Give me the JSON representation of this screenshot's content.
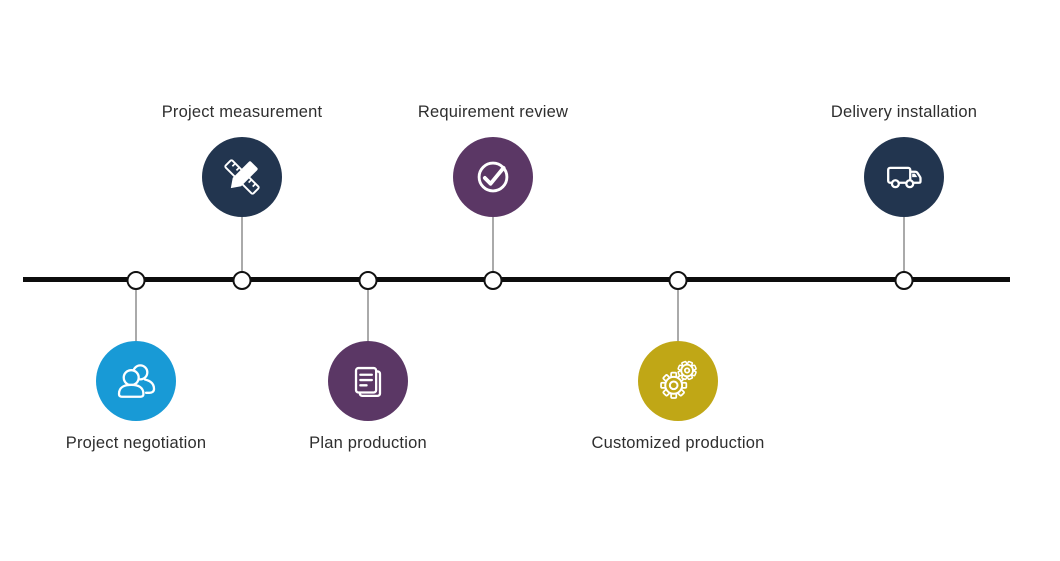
{
  "colors": {
    "navy": "#22354F",
    "purple": "#5B3765",
    "blue": "#189AD6",
    "gold": "#C0A716",
    "axis_line": "#0d0d0d",
    "node_fill": "#ffffff",
    "node_stroke": "#111111",
    "connector": "#555555",
    "label_text": "#2e2e2e"
  },
  "steps": [
    {
      "label": "Project negotiation",
      "position": "below",
      "icon": "people-icon",
      "color": "#189AD6"
    },
    {
      "label": "Project measurement",
      "position": "above",
      "icon": "ruler-pencil-icon",
      "color": "#22354F"
    },
    {
      "label": "Plan production",
      "position": "below",
      "icon": "document-icon",
      "color": "#5B3765"
    },
    {
      "label": "Requirement review",
      "position": "above",
      "icon": "check-circle-icon",
      "color": "#5B3765"
    },
    {
      "label": "Customized production",
      "position": "below",
      "icon": "gears-icon",
      "color": "#C0A716"
    },
    {
      "label": "Delivery installation",
      "position": "above",
      "icon": "truck-icon",
      "color": "#22354F"
    }
  ]
}
